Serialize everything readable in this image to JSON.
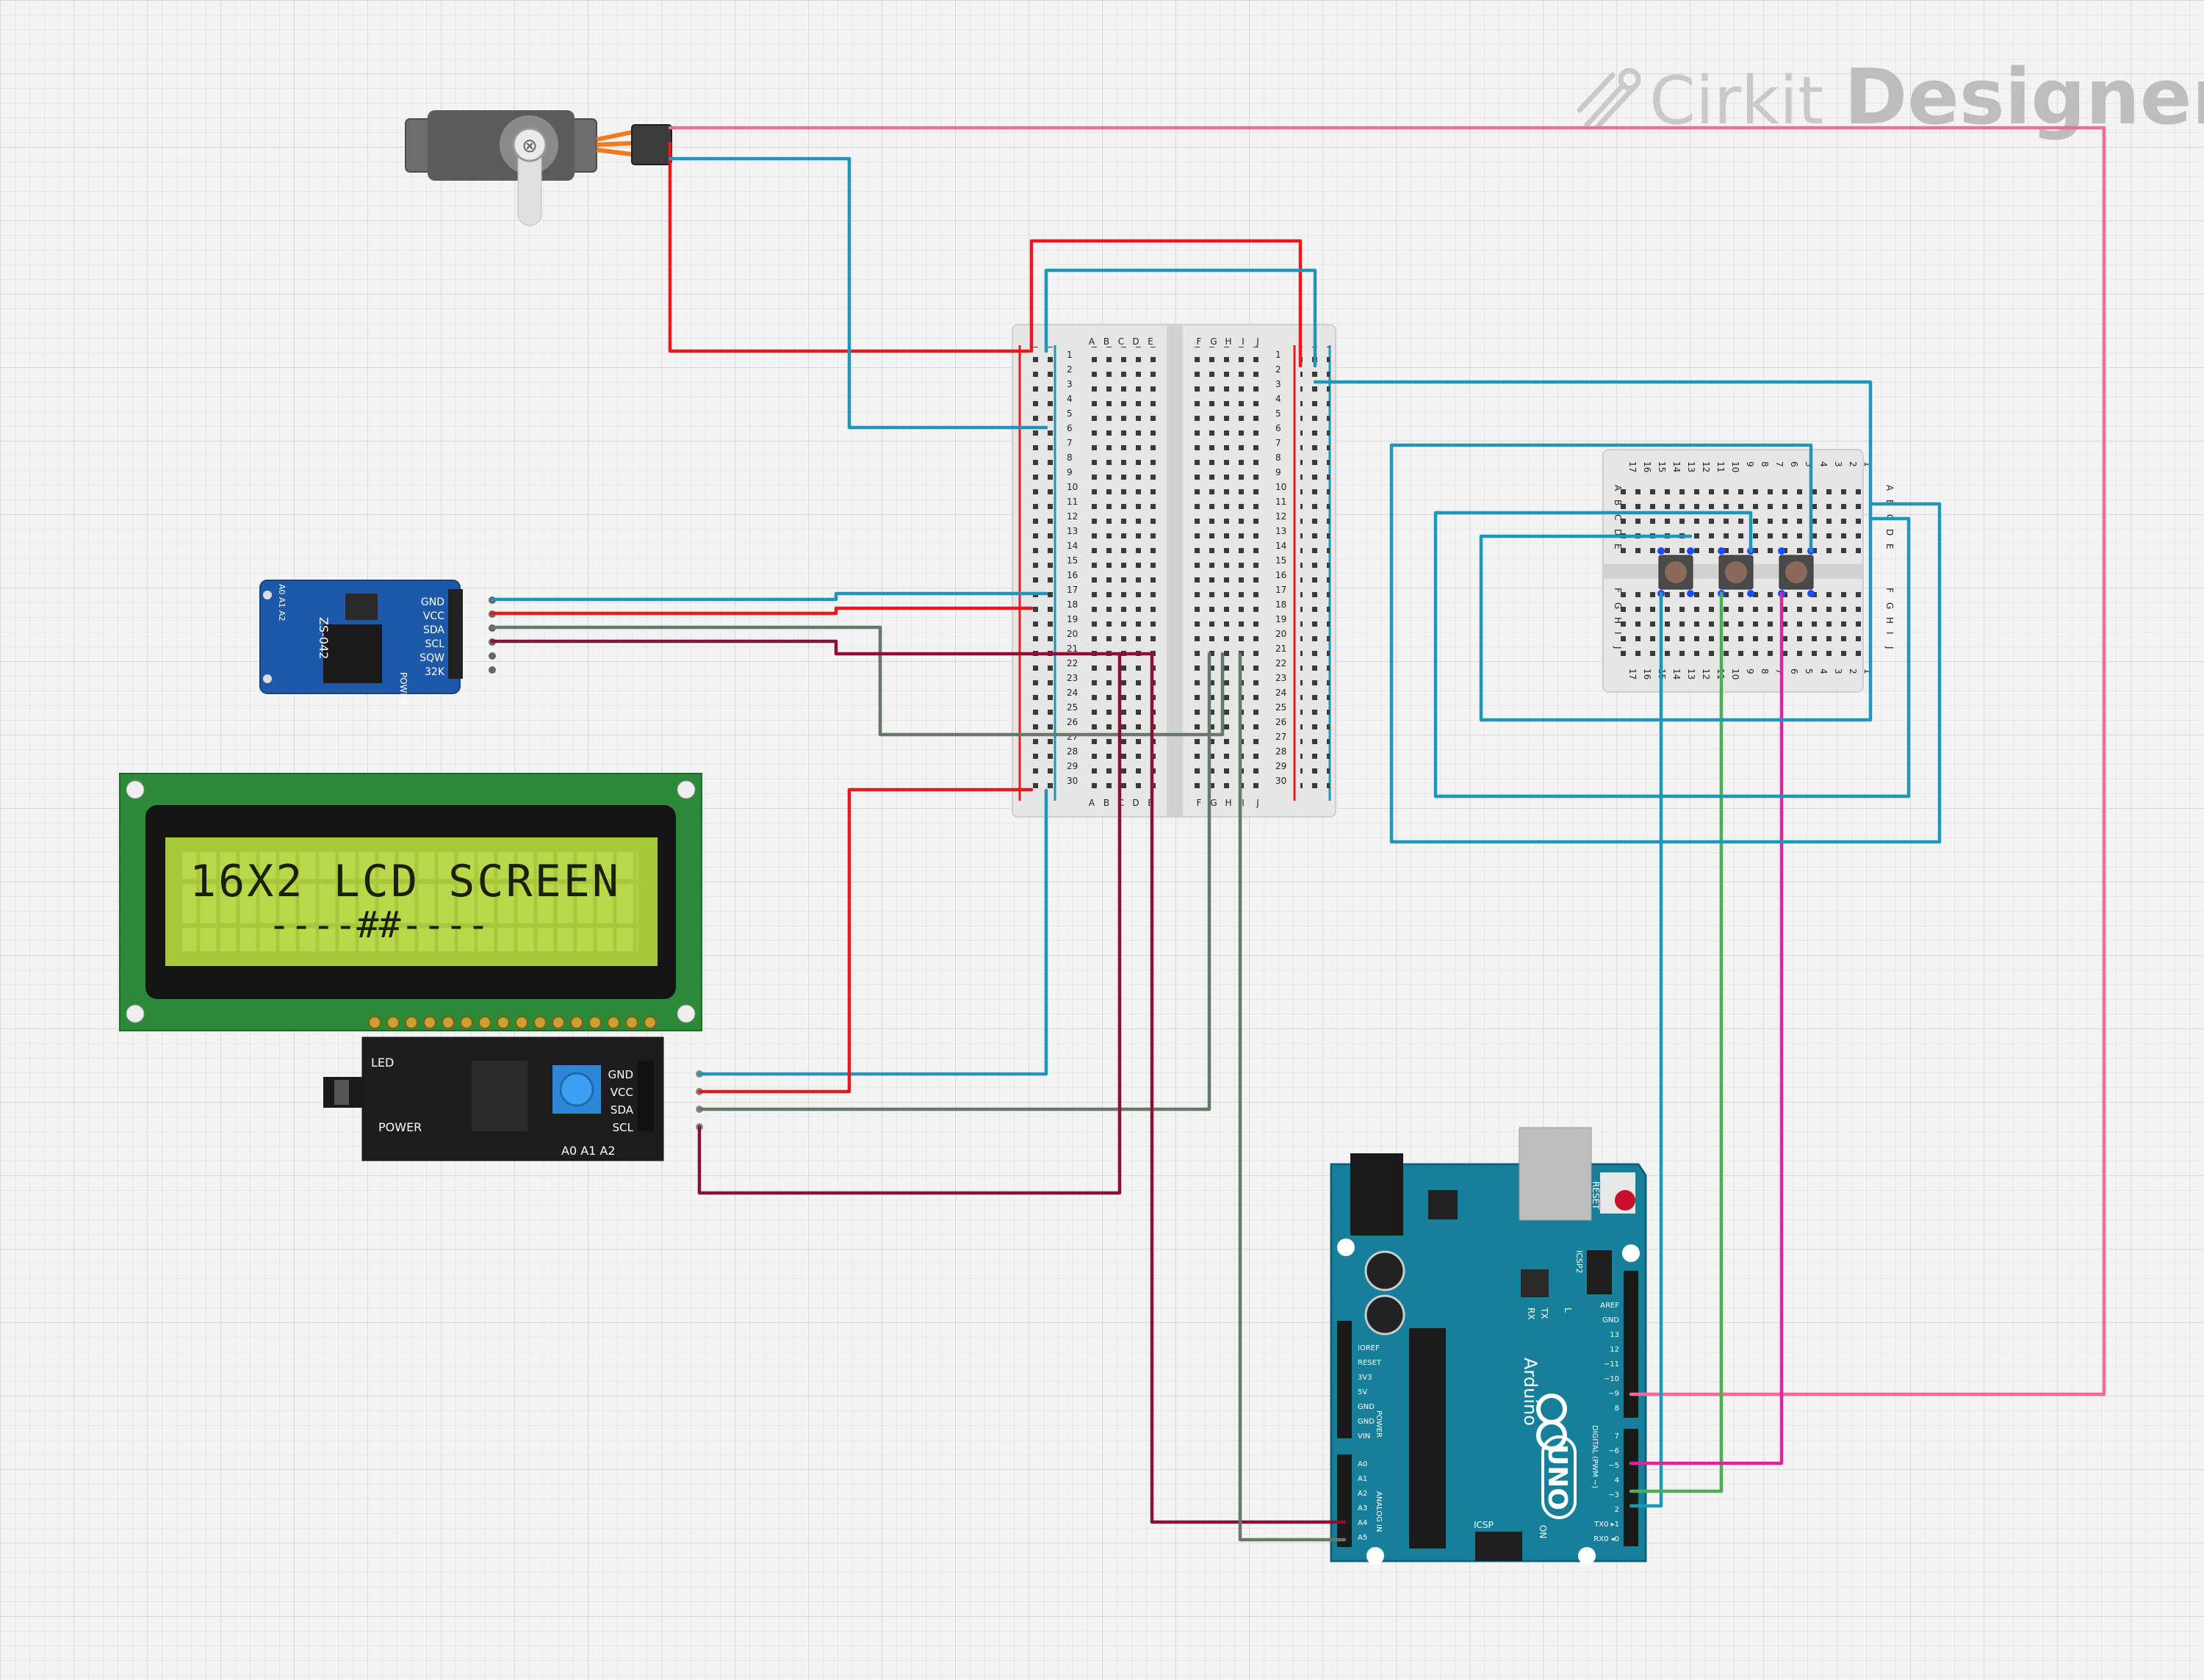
{
  "watermark": {
    "brand_light": "Cirkit",
    "brand_bold": "Designer"
  },
  "lcd": {
    "line1": "16X2 LCD SCREEN",
    "line2": "----##----"
  },
  "i2c_backpack": {
    "pins": [
      "GND",
      "VCC",
      "SDA",
      "SCL"
    ],
    "led_label": "LED",
    "power_label": "POWER",
    "addr_label": "A0 A1 A2"
  },
  "rtc": {
    "pins": [
      "GND",
      "VCC",
      "SDA",
      "SCL",
      "SQW",
      "32K"
    ],
    "chip_label": "ZS-042",
    "power_label": "POWER",
    "addr_label": "A0 A1 A2"
  },
  "breadboard_main": {
    "rows": [
      "1",
      "2",
      "3",
      "4",
      "5",
      "6",
      "7",
      "8",
      "9",
      "10",
      "11",
      "12",
      "13",
      "14",
      "15",
      "16",
      "17",
      "18",
      "19",
      "20",
      "21",
      "22",
      "23",
      "24",
      "25",
      "26",
      "27",
      "28",
      "29",
      "30"
    ],
    "left_cols": [
      "A",
      "B",
      "C",
      "D",
      "E"
    ],
    "right_cols": [
      "F",
      "G",
      "H",
      "I",
      "J"
    ]
  },
  "breadboard_small": {
    "cols": [
      "17",
      "16",
      "15",
      "14",
      "13",
      "12",
      "11",
      "10",
      "9",
      "8",
      "7",
      "6",
      "5",
      "4",
      "3",
      "2",
      "1"
    ],
    "top_rows": [
      "A",
      "B",
      "C",
      "D",
      "E"
    ],
    "bottom_rows": [
      "F",
      "G",
      "H",
      "I",
      "J"
    ]
  },
  "arduino": {
    "brand": "Arduino",
    "model": "UNO",
    "reset_label": "RESET",
    "icsp2_label": "ICSP2",
    "icsp_label": "ICSP",
    "on_label": "ON",
    "led_labels": [
      "TX",
      "RX",
      "L"
    ],
    "power_header": [
      "IOREF",
      "RESET",
      "3V3",
      "5V",
      "GND",
      "GND",
      "VIN"
    ],
    "power_section": "POWER",
    "analog_header": [
      "A0",
      "A1",
      "A2",
      "A3",
      "A4",
      "A5"
    ],
    "analog_section": "ANALOG IN",
    "digital_header_top": [
      "AREF",
      "GND",
      "13",
      "12",
      "~11",
      "~10",
      "~9",
      "8"
    ],
    "digital_header_bottom": [
      "7",
      "~6",
      "~5",
      "4",
      "~3",
      "2",
      "TX0 ▸1",
      "RX0 ◂0"
    ],
    "digital_section": "DIGITAL (PWM ~)"
  },
  "colors": {
    "red": "#e8191e",
    "blue": "#1f95b8",
    "pink": "#f06a9c",
    "magenta": "#e0229b",
    "green": "#4caf50",
    "olive": "#647a66",
    "maroon": "#8a1133"
  }
}
